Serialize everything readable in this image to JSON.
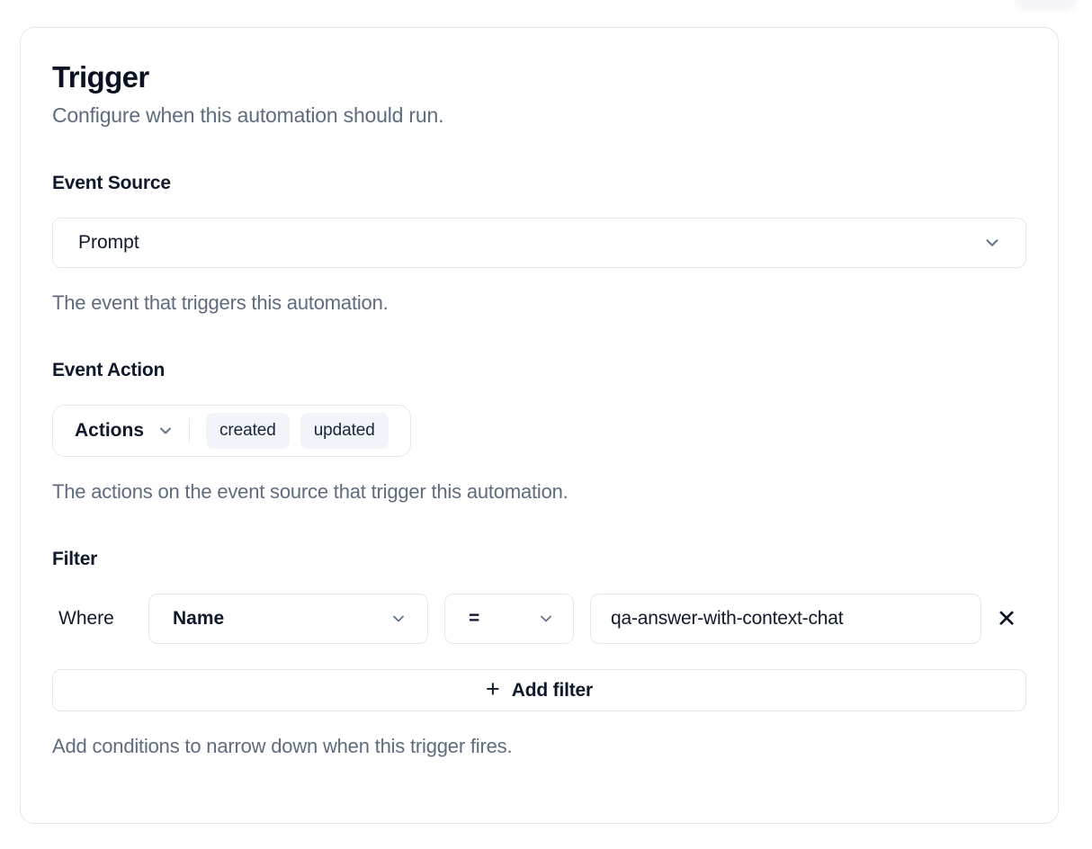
{
  "card": {
    "title": "Trigger",
    "subtitle": "Configure when this automation should run."
  },
  "event_source": {
    "label": "Event Source",
    "selected": "Prompt",
    "helper": "The event that triggers this automation."
  },
  "event_action": {
    "label": "Event Action",
    "selected": "Actions",
    "chips": [
      "created",
      "updated"
    ],
    "helper": "The actions on the event source that trigger this automation."
  },
  "filter": {
    "label": "Filter",
    "where_label": "Where",
    "field_selected": "Name",
    "operator_selected": "=",
    "value": "qa-answer-with-context-chat",
    "add_button_label": "Add filter",
    "helper": "Add conditions to narrow down when this trigger fires."
  },
  "icons": {
    "chevron_down": "⌄",
    "plus": "+",
    "close": "✕"
  },
  "colors": {
    "card_border": "#e3e7ee",
    "text_primary": "#10192b",
    "text_muted": "#5f6b7e",
    "chip_background": "#f1f4f9",
    "icon_gray": "#64748b"
  }
}
